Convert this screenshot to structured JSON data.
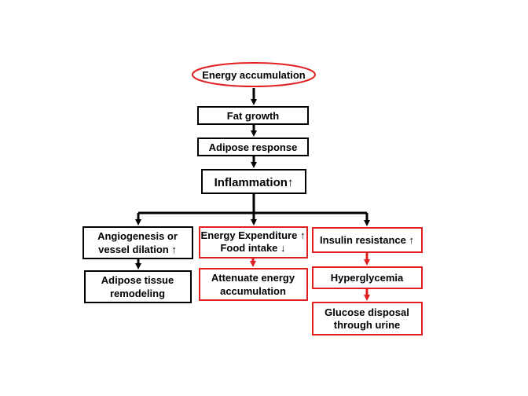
{
  "diagram": {
    "nodes": {
      "energy_accumulation": "Energy accumulation",
      "fat_growth": "Fat growth",
      "adipose_response": "Adipose response",
      "inflammation": "Inflammation↑",
      "angiogenesis_line1": "Angiogenesis or",
      "angiogenesis_line2": "vessel dilation ↑",
      "adipose_remodeling_line1": "Adipose tissue",
      "adipose_remodeling_line2": "remodeling",
      "energy_expenditure": "Energy Expenditure ↑",
      "food_intake": "Food intake ↓",
      "attenuate_line1": "Attenuate energy",
      "attenuate_line2": "accumulation",
      "insulin_resistance": "Insulin resistance ↑",
      "hyperglycemia": "Hyperglycemia",
      "glucose_line1": "Glucose disposal",
      "glucose_line2": "through urine"
    },
    "colors": {
      "black": "#000000",
      "red": "#e02020"
    }
  }
}
